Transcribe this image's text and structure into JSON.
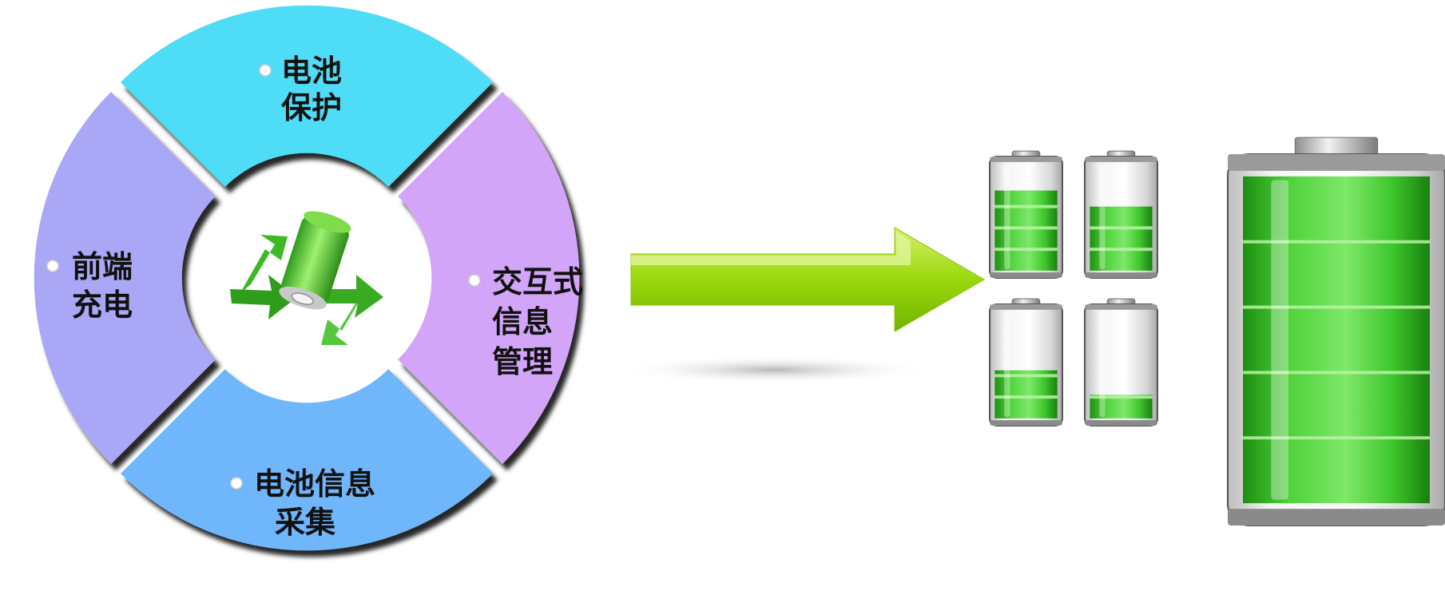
{
  "segments": [
    {
      "id": "top",
      "lines": [
        "电池",
        "保护"
      ],
      "color": "#4fdcf6"
    },
    {
      "id": "right",
      "lines": [
        "交互式",
        "信息",
        "管理"
      ],
      "color": "#d3a5f8"
    },
    {
      "id": "bottom",
      "lines": [
        "电池信息",
        "采集"
      ],
      "color": "#6fb6fb"
    },
    {
      "id": "left",
      "lines": [
        "前端",
        "充电"
      ],
      "color": "#a9a7f6"
    }
  ],
  "center_icon": "recycling-battery-icon",
  "arrow": {
    "color": "#9bd80c"
  },
  "small_batteries": [
    {
      "id": "battery-1",
      "level": 0.75
    },
    {
      "id": "battery-2",
      "level": 0.6
    },
    {
      "id": "battery-3",
      "level": 0.45
    },
    {
      "id": "battery-4",
      "level": 0.22
    }
  ],
  "large_battery": {
    "level": 1.0
  },
  "colors": {
    "battery_green": "#3ec62c",
    "battery_dark_green": "#1f8f13",
    "metal": "#c9c9c9"
  }
}
